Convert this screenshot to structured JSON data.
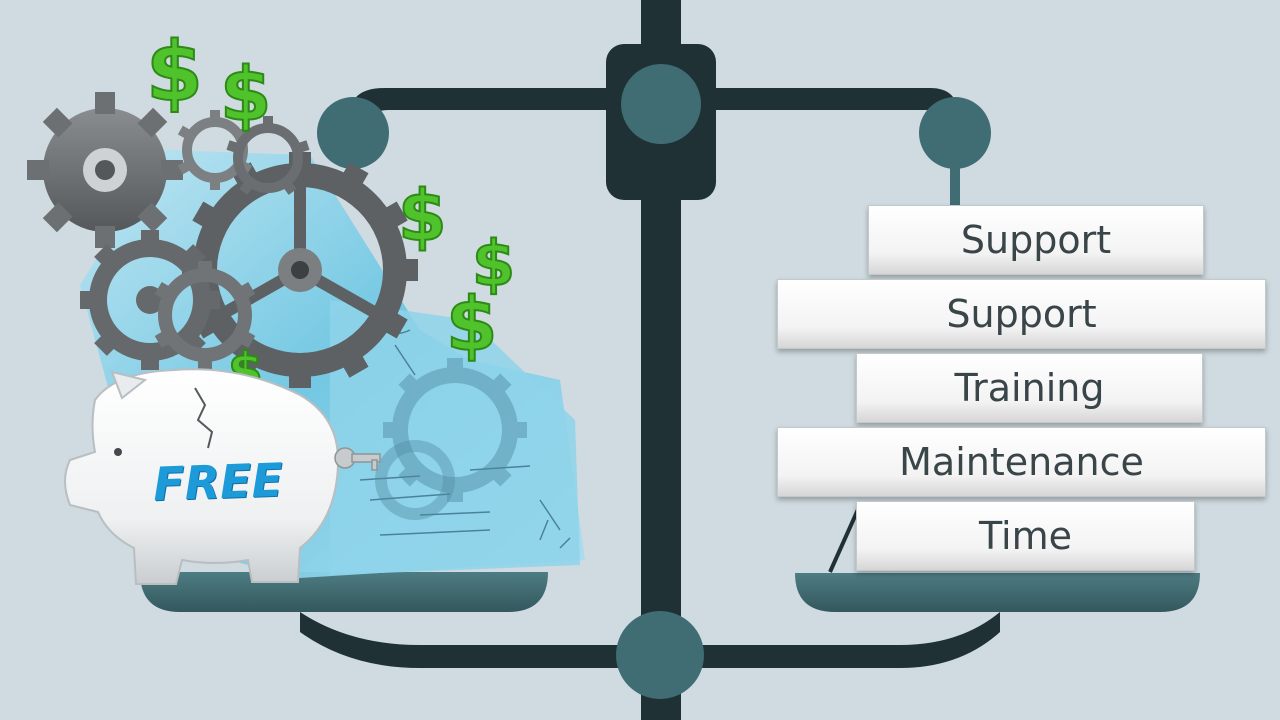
{
  "piggy_bank": {
    "label": "FREE"
  },
  "scale_blocks": [
    "Support",
    "Support",
    "Training",
    "Maintenance",
    "Time"
  ],
  "icons": {
    "dollar": "dollar-sign-icon",
    "gear": "gear-icon",
    "piggy": "piggy-bank-icon"
  },
  "colors": {
    "background": "#cfdbe0",
    "scale_dark": "#1f3135",
    "scale_teal": "#3f6d73",
    "dollar_green": "#4fc22c",
    "free_blue": "#1d9ad8",
    "block_text": "#3a4549"
  }
}
